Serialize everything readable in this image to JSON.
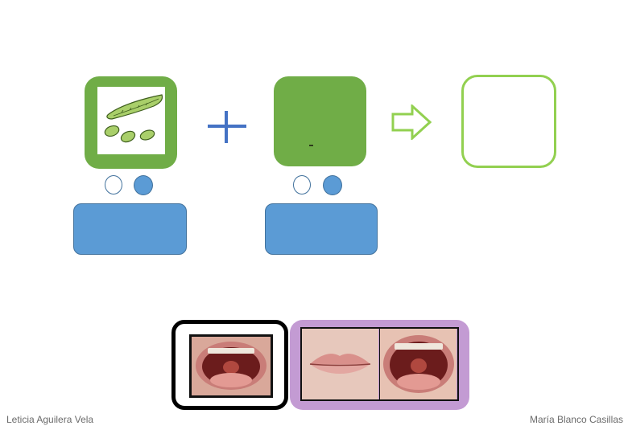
{
  "operator_plus": "+",
  "credits": {
    "left": "Leticia Aguilera Vela",
    "right": "María Blanco Casillas"
  },
  "colors": {
    "tile_green": "#70ad47",
    "tile_outline": "#92d050",
    "blue_box": "#5b9bd5",
    "purple_frame": "#c39bd3"
  },
  "icons": {
    "first_tile": "broad-beans-icon",
    "arrow": "right-arrow-outline-icon",
    "mouth_open": "open-mouth-photo",
    "mouth_closed": "closed-lips-photo"
  },
  "syllable_dots": [
    {
      "filled": [
        false,
        true
      ]
    },
    {
      "filled": [
        false,
        true
      ]
    }
  ]
}
